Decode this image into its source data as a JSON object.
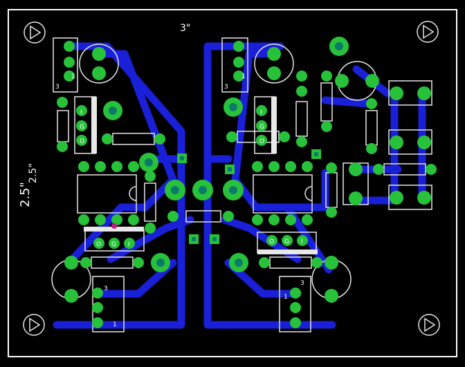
{
  "board": {
    "background": "#000000",
    "colors": {
      "trace": "#1a1fd8",
      "pad": "#27c23a",
      "silk": "#e8e8e8",
      "via": "#0c7a6a",
      "highlight": "#c0198a"
    }
  },
  "dimensions": {
    "width_label": "3\"",
    "height_label_a": "2.5\"",
    "height_label_b": "2.5\""
  },
  "connector_pins": {
    "top_left": [
      "3",
      "1"
    ],
    "top_mid": [
      "3",
      "1"
    ],
    "bottom_left": [
      "3",
      "1"
    ],
    "bottom_right": [
      "3",
      "1"
    ]
  },
  "regulator_labels": {
    "top_left": [
      "I",
      "G",
      "O"
    ],
    "top_mid": [
      "I",
      "G",
      "O"
    ],
    "bottom_left": [
      "O",
      "G",
      "I"
    ],
    "bottom_right": [
      "O",
      "G",
      "I"
    ]
  },
  "icons": [
    "mount-hole-icon",
    "triangle-marker-icon"
  ]
}
